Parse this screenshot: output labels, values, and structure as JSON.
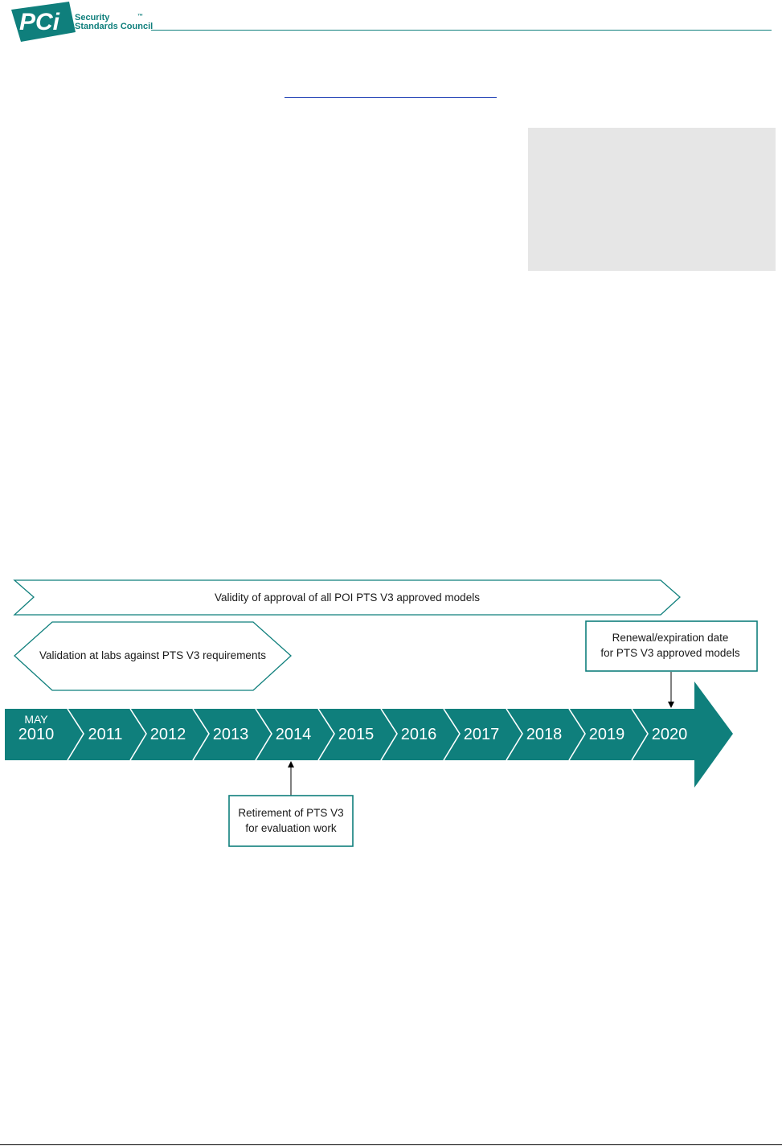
{
  "header": {
    "logo_text": "PCi",
    "logo_line1": "Security",
    "logo_line2": "Standards Council",
    "logo_tm": "™"
  },
  "colors": {
    "teal": "#0f7f7c",
    "outline": "#0f7f7c",
    "panel_gray": "#e6e6e6",
    "text": "#1a1a1a"
  },
  "diagram": {
    "validity_banner": "Validity of approval of all POI PTS V3 approved models",
    "validation_banner": "Validation at labs against PTS V3 requirements",
    "renewal_box": {
      "line1": "Renewal/expiration date",
      "line2": "for PTS V3 approved models"
    },
    "retirement_box": {
      "line1": "Retirement of PTS V3",
      "line2": "for evaluation work"
    },
    "first_month": "MAY",
    "years": [
      "2010",
      "2011",
      "2012",
      "2013",
      "2014",
      "2015",
      "2016",
      "2017",
      "2018",
      "2019",
      "2020"
    ]
  }
}
